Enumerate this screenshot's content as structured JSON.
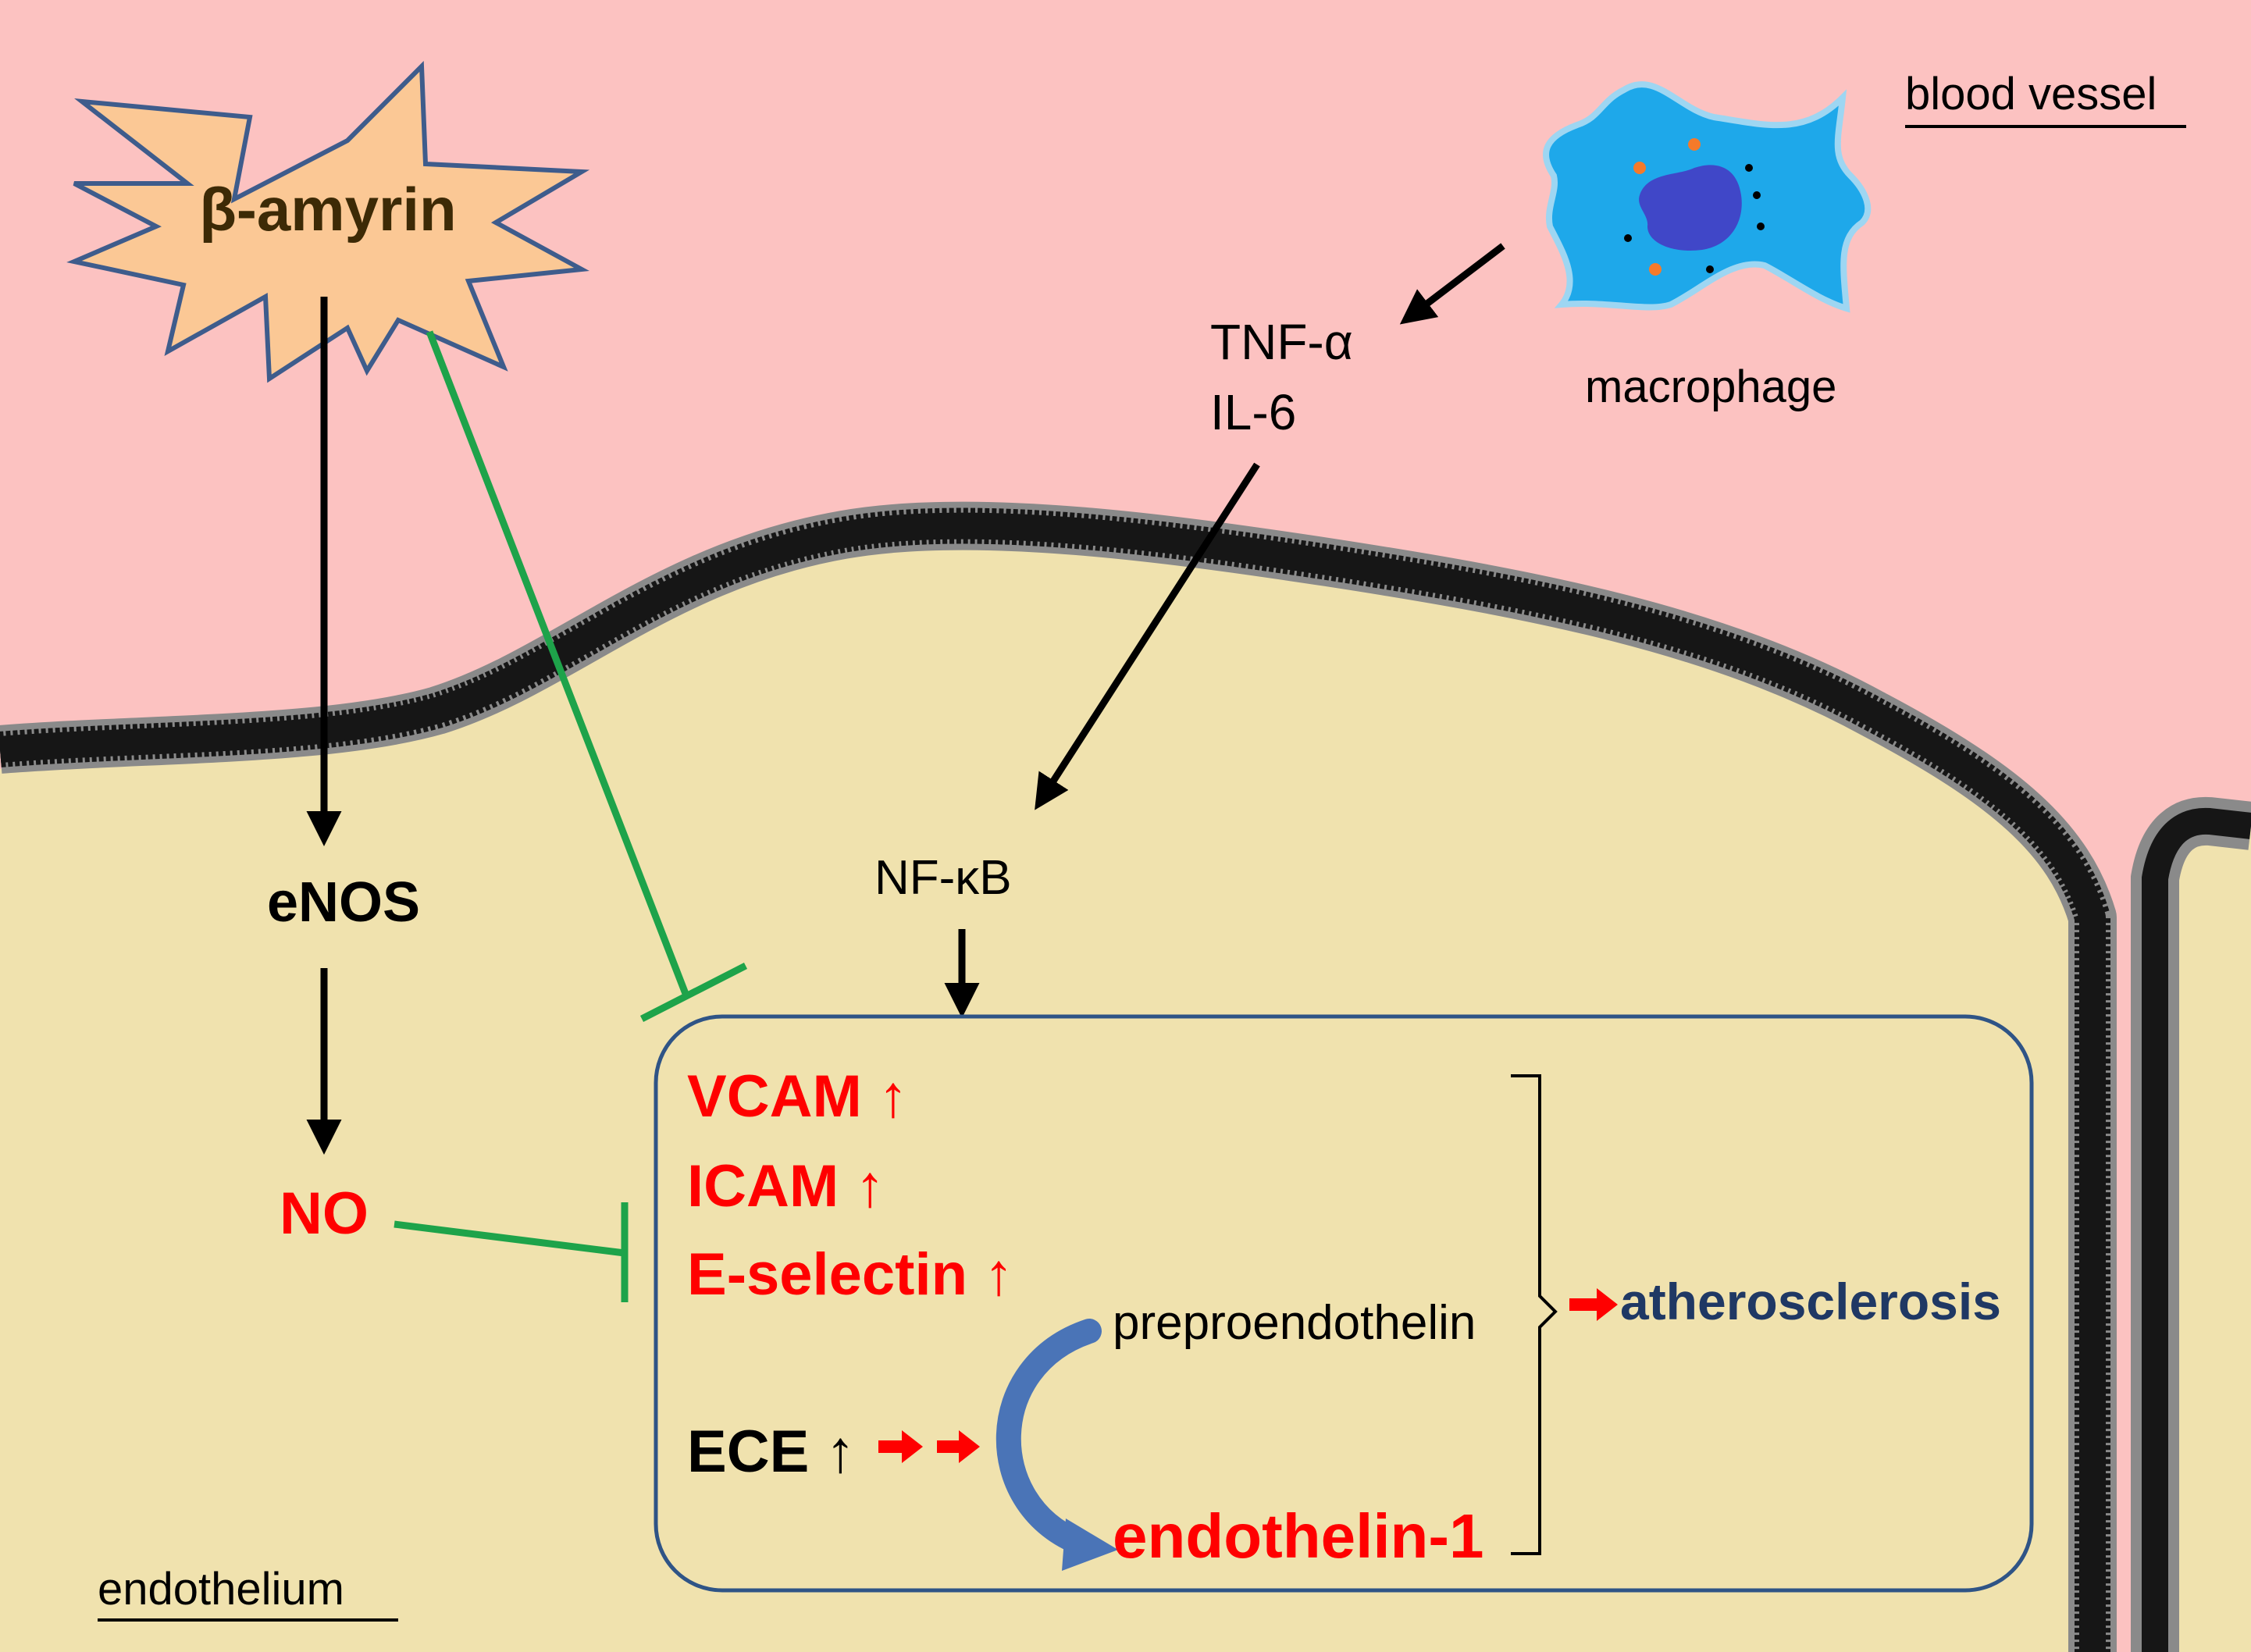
{
  "colors": {
    "blood": "#fcc2c1",
    "endothelium": "#f0e2ae",
    "membrane": "#161616",
    "red": "#ff0000",
    "navy": "#1f3864",
    "green": "#1ea34a",
    "box_stroke": "#2f5486",
    "star_fill": "#fbc895",
    "star_stroke": "#3e5c8c",
    "macrophage": "#1ea8ea",
    "nucleus": "#4047c8",
    "granule_orange": "#f57a2a",
    "curved_arrow": "#4a74b7"
  },
  "labels": {
    "blood_vessel": "blood vessel",
    "endothelium": "endothelium",
    "beta_amyrin": "β-amyrin",
    "macrophage": "macrophage",
    "tnf": "TNF-α",
    "il6": "IL-6",
    "enos": "eNOS",
    "no": "NO",
    "nfkb": "NF-κB",
    "vcam": "VCAM ↑",
    "icam": "ICAM ↑",
    "eselectin": "E-selectin ↑",
    "ece": "ECE ↑",
    "preproendothelin": "preproendothelin",
    "endothelin1": "endothelin-1",
    "atherosclerosis": "atherosclerosis"
  }
}
